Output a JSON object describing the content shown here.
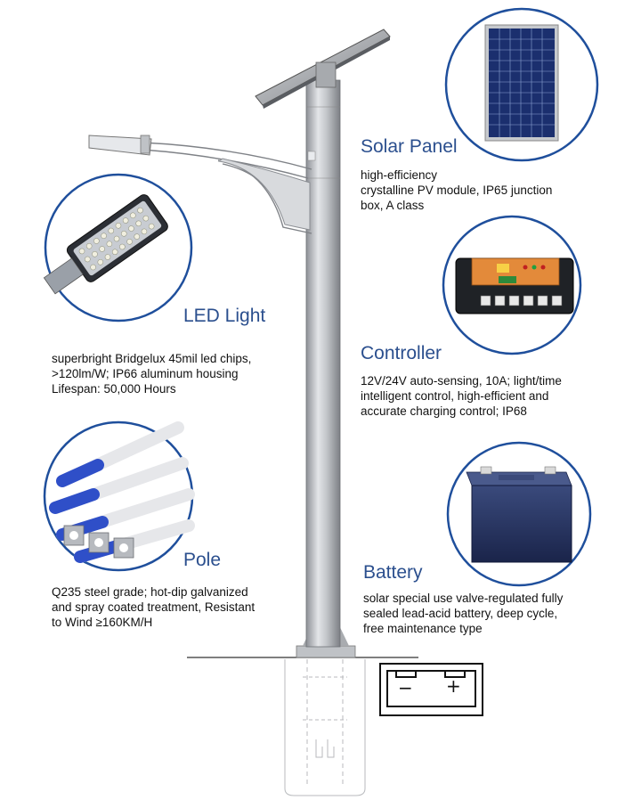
{
  "colors": {
    "accent": "#2b4f8e",
    "pole": "#c9ccd0",
    "circle_border": "#1f4f9c",
    "panel_cell": "#1b2f6e",
    "battery_body": "#24335e",
    "pole_blue": "#2f4fc8"
  },
  "components": {
    "solar_panel": {
      "title": "Solar Panel",
      "desc": [
        "high-efficiency",
        "crystalline PV module, IP65 junction",
        "box, A class"
      ]
    },
    "led_light": {
      "title": "LED Light",
      "desc": [
        "superbright Bridgelux 45mil led chips,",
        ">120lm/W; IP66 aluminum housing",
        "Lifespan: 50,000 Hours"
      ]
    },
    "controller": {
      "title": "Controller",
      "desc": [
        "12V/24V auto-sensing, 10A; light/time",
        "intelligent control, high-efficient and",
        "accurate charging control;  IP68"
      ]
    },
    "pole": {
      "title": "Pole",
      "desc": [
        "Q235 steel grade; hot-dip galvanized",
        "and spray coated treatment, Resistant",
        "to Wind ≥160KM/H"
      ]
    },
    "battery": {
      "title": "Battery",
      "desc": [
        "solar special use valve-regulated fully",
        "sealed lead-acid battery, deep cycle,",
        "free maintenance type"
      ]
    }
  },
  "battery_box": {
    "minus": "−",
    "plus": "+"
  }
}
